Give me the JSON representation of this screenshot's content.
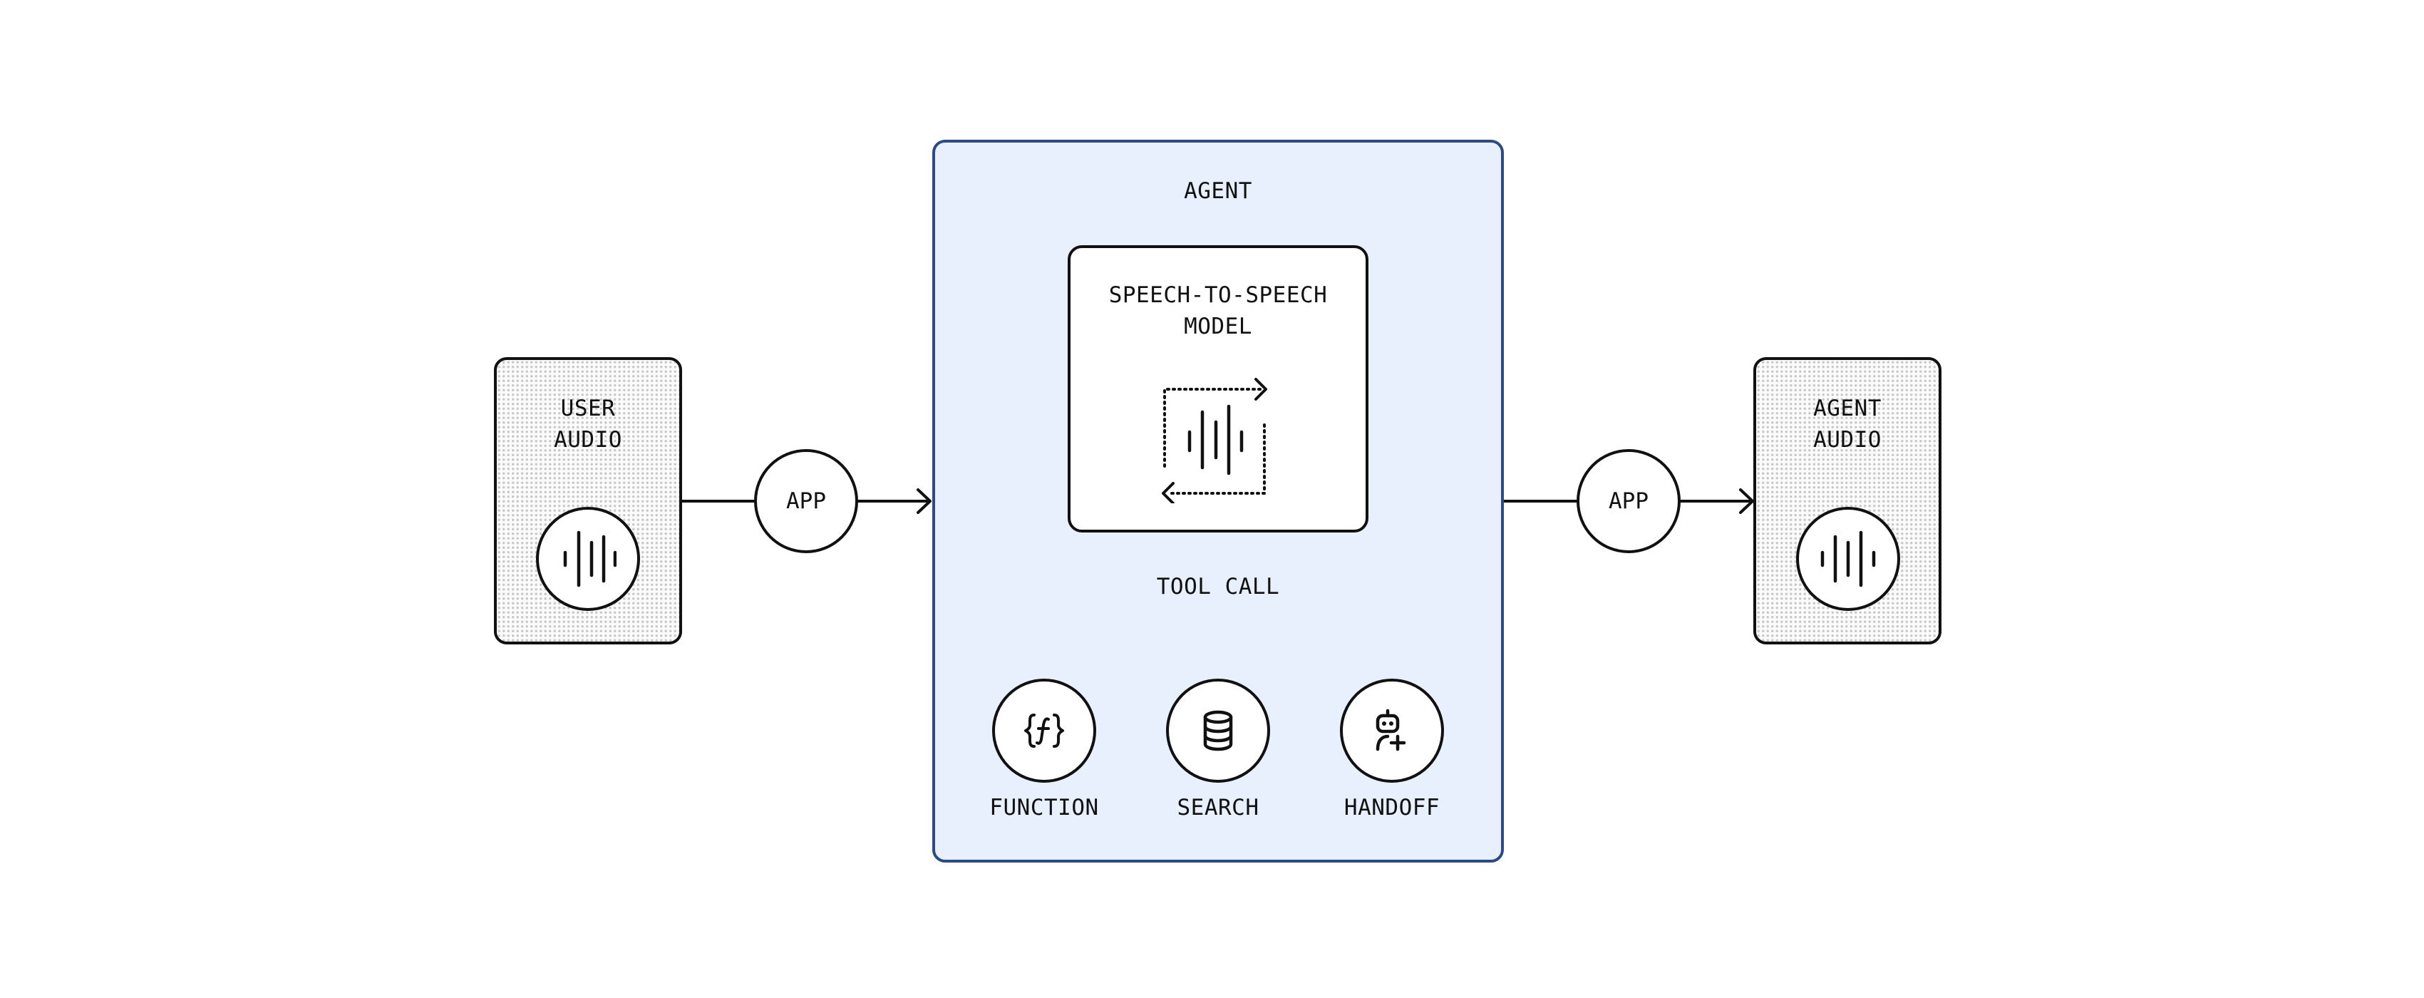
{
  "user_audio": {
    "label": "USER\nAUDIO",
    "icon": "waveform-icon"
  },
  "app_left": {
    "label": "APP"
  },
  "agent": {
    "title": "AGENT",
    "model": {
      "label": "SPEECH-TO-SPEECH\nMODEL",
      "icon": "speech-loop-waveform-icon"
    },
    "tool_call_label": "TOOL CALL",
    "tools": [
      {
        "label": "FUNCTION",
        "icon": "function-braces-icon"
      },
      {
        "label": "SEARCH",
        "icon": "database-icon"
      },
      {
        "label": "HANDOFF",
        "icon": "bot-add-user-icon"
      }
    ]
  },
  "app_right": {
    "label": "APP"
  },
  "agent_audio": {
    "label": "AGENT\nAUDIO",
    "icon": "waveform-icon"
  },
  "colors": {
    "agent_fill": "#e8f0fd",
    "agent_border": "#2c4a85",
    "stroke": "#111111",
    "dots": "#c9c9c9"
  }
}
